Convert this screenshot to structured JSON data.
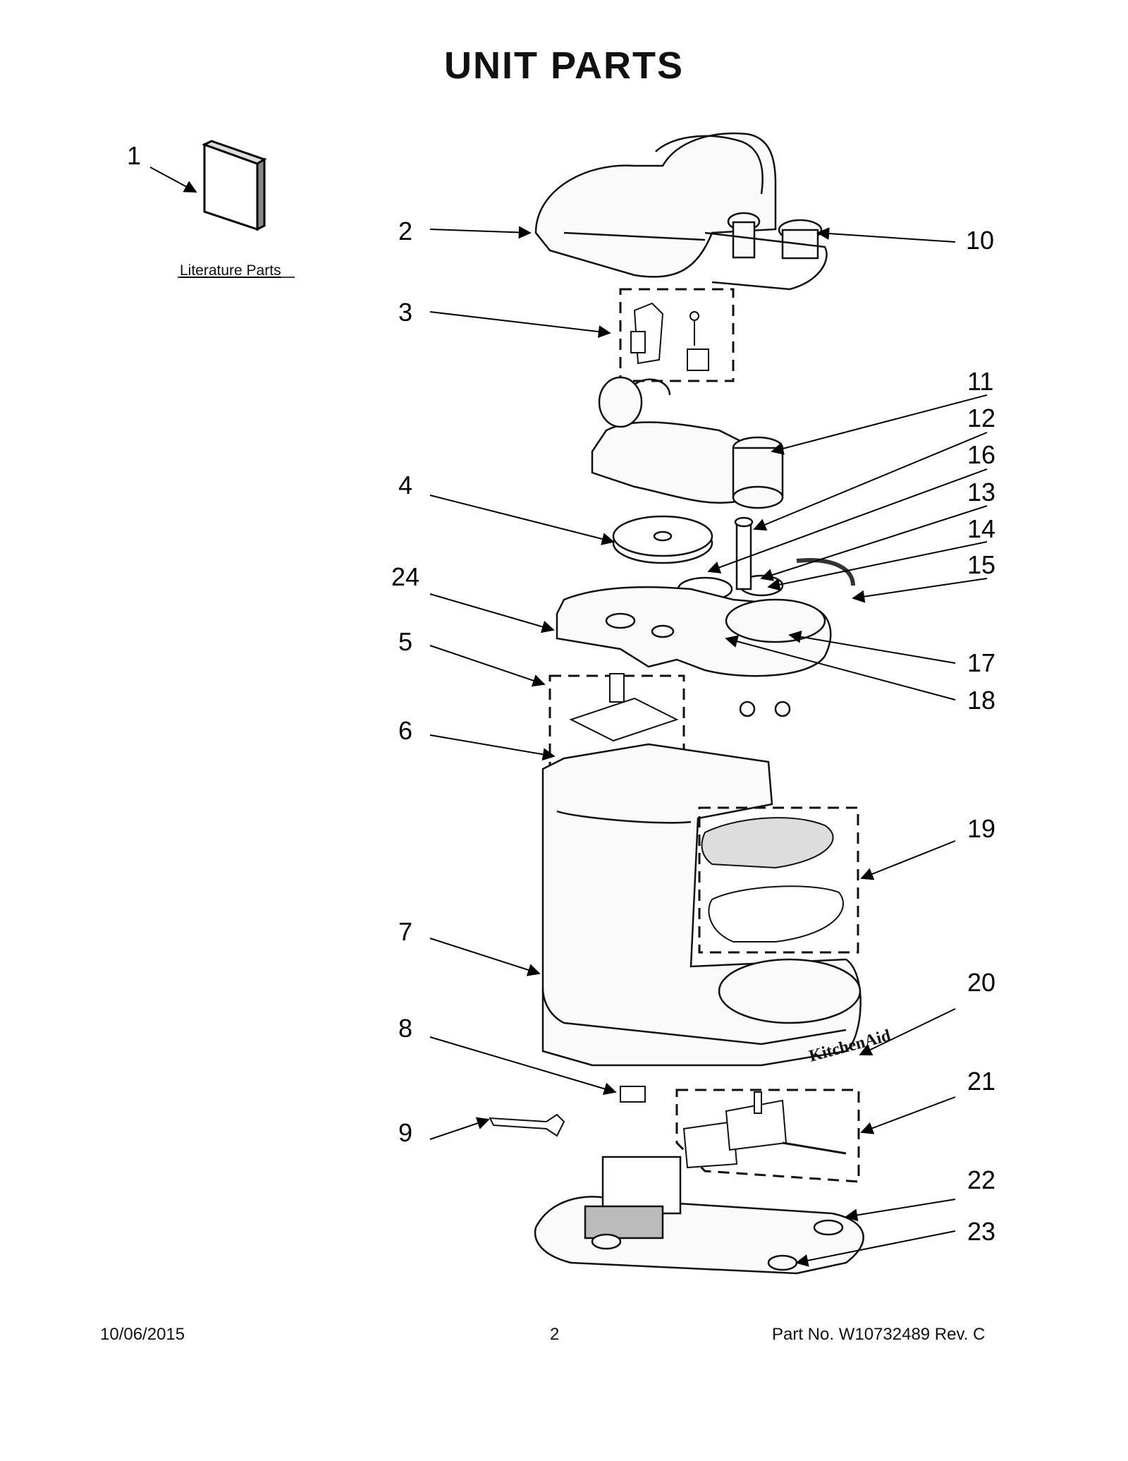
{
  "title": "UNIT  PARTS",
  "literature_label": "Literature Parts",
  "callouts": [
    "1",
    "2",
    "3",
    "4",
    "5",
    "6",
    "7",
    "8",
    "9",
    "10",
    "11",
    "12",
    "13",
    "14",
    "15",
    "16",
    "17",
    "18",
    "19",
    "20",
    "21",
    "22",
    "23",
    "24"
  ],
  "footer": {
    "date": "10/06/2015",
    "page": "2",
    "part_no": "Part No.  W10732489  Rev.  C"
  },
  "brand_mark": "KitchenAid"
}
